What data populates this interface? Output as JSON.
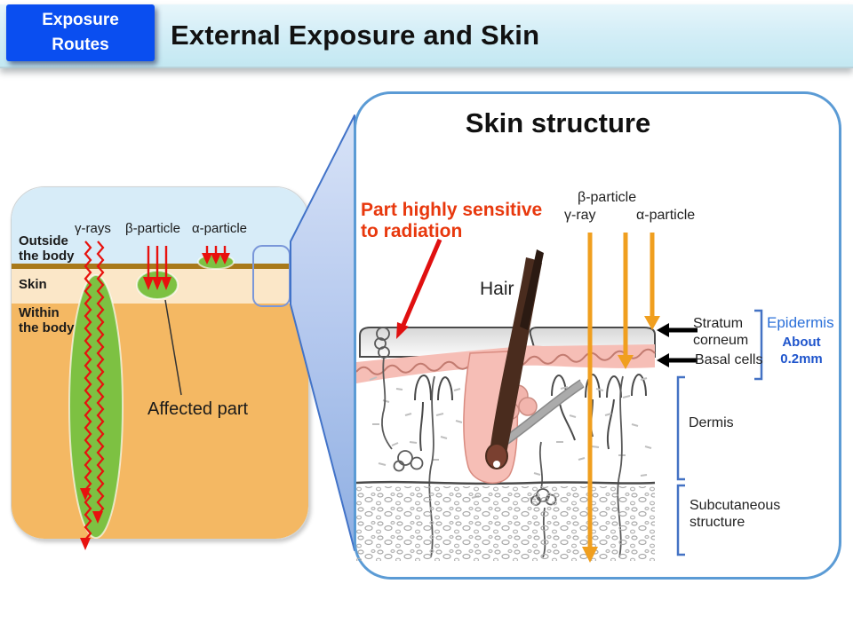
{
  "header": {
    "badge": "Exposure\nRoutes",
    "title": "External Exposure and Skin"
  },
  "left_diagram": {
    "outside": "Outside\nthe body",
    "skin": "Skin",
    "within": "Within\nthe body",
    "gamma": "γ-rays",
    "beta": "β-particle",
    "alpha": "α-particle",
    "affected": "Affected part"
  },
  "skin_panel": {
    "title": "Skin structure",
    "note": "Part highly sensitive\nto radiation",
    "hair": "Hair",
    "beta": "β-particle",
    "gamma": "γ-ray",
    "alpha": "α-particle",
    "stratum": "Stratum\ncorneum",
    "basal": "Basal cells",
    "epidermis": "Epidermis",
    "thickness": "About\n0.2mm",
    "dermis": "Dermis",
    "subcutaneous": "Subcutaneous\nstructure"
  },
  "colors": {
    "badge_blue": "#0a4ef0",
    "banner_blue": "#d4eef7",
    "outside_blue": "#d7ecf8",
    "surface_brown": "#a8791a",
    "skin_band": "#fbe7c8",
    "body_orange": "#f4b863",
    "affected_green": "#7dc142",
    "ray_red": "#e8110e",
    "orange_arrow": "#f09f1f",
    "panel_border_blue": "#5b9bd5",
    "bracket_blue": "#4472c4",
    "epidermis_text_blue": "#2b70d9",
    "sensitive_red": "#e8380d"
  }
}
